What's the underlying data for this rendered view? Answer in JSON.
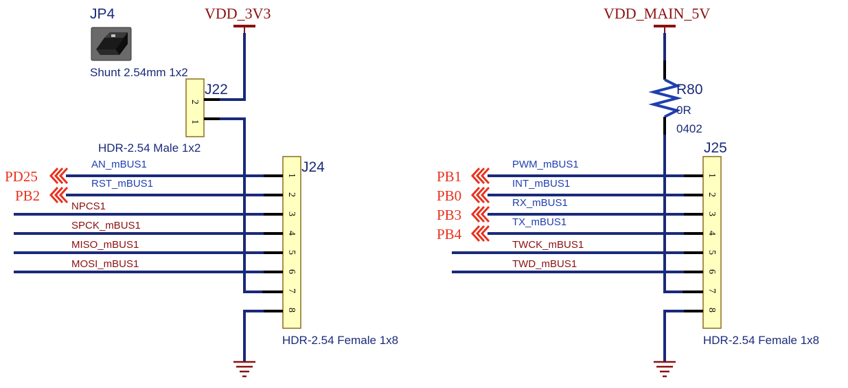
{
  "power": {
    "vdd_3v3": "VDD_3V3",
    "vdd_main_5v": "VDD_MAIN_5V"
  },
  "jp4": {
    "designator": "JP4",
    "comment": "Shunt 2.54mm 1x2"
  },
  "j22": {
    "designator": "J22",
    "comment": "HDR-2.54 Male 1x2",
    "pins": [
      "2",
      "1"
    ]
  },
  "j24": {
    "designator": "J24",
    "comment": "HDR-2.54 Female 1x8",
    "pins": [
      "1",
      "2",
      "3",
      "4",
      "5",
      "6",
      "7",
      "8"
    ],
    "nets": [
      "AN_mBUS1",
      "RST_mBUS1",
      "NPCS1",
      "SPCK_mBUS1",
      "MISO_mBUS1",
      "MOSI_mBUS1"
    ],
    "ports": [
      "PD25",
      "PB2"
    ]
  },
  "r80": {
    "designator": "R80",
    "value": "0R",
    "package": "0402"
  },
  "j25": {
    "designator": "J25",
    "comment": "HDR-2.54 Female 1x8",
    "pins": [
      "1",
      "2",
      "3",
      "4",
      "5",
      "6",
      "7",
      "8"
    ],
    "nets": [
      "PWM_mBUS1",
      "INT_mBUS1",
      "RX_mBUS1",
      "TX_mBUS1",
      "TWCK_mBUS1",
      "TWD_mBUS1"
    ],
    "ports": [
      "PB1",
      "PB0",
      "PB3",
      "PB4"
    ]
  },
  "colors": {
    "wire": "#1a2a7a",
    "net_label_blue": "#1f3fb0",
    "net_label_dark_red": "#8b1010",
    "port": "#e8321e",
    "header_fill": "#ffffc0"
  }
}
